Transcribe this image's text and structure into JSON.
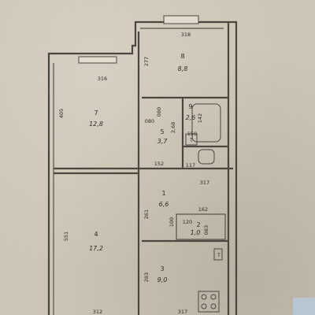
{
  "colors": {
    "paper": "#cdc5b5",
    "ink": "#4a4740"
  },
  "rooms": [
    {
      "id": "room-8",
      "number": "8",
      "area": "8,8"
    },
    {
      "id": "room-7",
      "number": "7",
      "area": "12,8"
    },
    {
      "id": "room-5",
      "number": "5",
      "area": "3,7"
    },
    {
      "id": "room-9",
      "number": "9",
      "area": "2,6"
    },
    {
      "id": "room-4",
      "number": "4",
      "area": "17,2"
    },
    {
      "id": "room-1",
      "number": "1",
      "area": "6,6"
    },
    {
      "id": "room-2",
      "number": "2",
      "area": "1,0"
    },
    {
      "id": "room-3",
      "number": "3",
      "area": "9,0"
    }
  ],
  "dimensions": {
    "d_318": "318",
    "d_277": "277",
    "d_316": "316",
    "d_405": "405",
    "d_080a": "080",
    "d_080b": "080",
    "d_268": "2,68",
    "d_142": "142",
    "d_150": "150",
    "d_117": "117",
    "d_152": "152",
    "d_317a": "317",
    "d_162": "162",
    "d_261": "261",
    "d_100": "100",
    "d_120": "120",
    "d_083": "083",
    "d_551": "551",
    "d_283": "283",
    "d_317b": "317",
    "d_312": "312"
  },
  "marks": {
    "toilet_t": "T",
    "room3_t": "T"
  }
}
